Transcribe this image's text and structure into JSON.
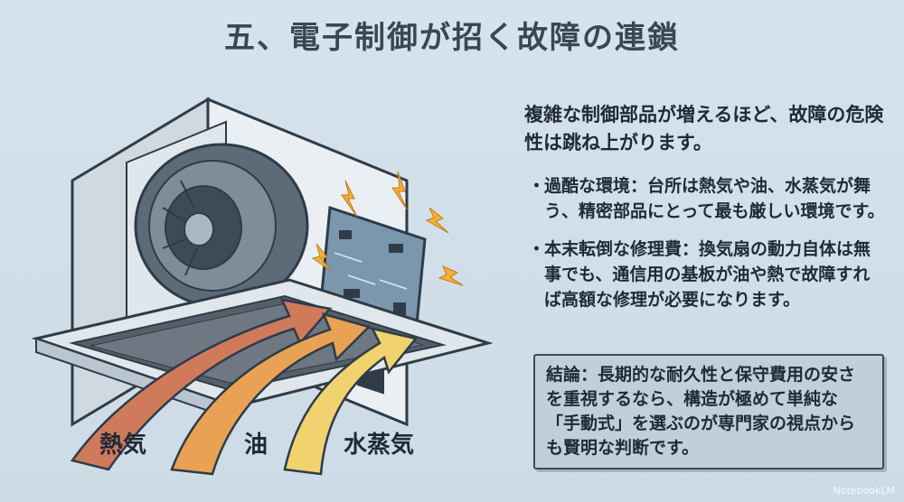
{
  "title": "五、電子制御が招く故障の連鎖",
  "diagram": {
    "flows": [
      {
        "label": "熱気",
        "color": "#d07a5c"
      },
      {
        "label": "油",
        "color": "#e9a253"
      },
      {
        "label": "水蒸気",
        "color": "#f0d26e"
      }
    ]
  },
  "text": {
    "intro": "複雑な制御部品が増えるほど、故障の危険性は跳ね上がります。",
    "bullets": [
      {
        "dot": "・",
        "text": "過酷な環境：台所は熱気や油、水蒸気が舞う、精密部品にとって最も厳しい環境です。"
      },
      {
        "dot": "・",
        "text": "本末転倒な修理費：換気扇の動力自体は無事でも、通信用の基板が油や熱で故障すれば高額な修理が必要になります。"
      }
    ],
    "conclusion": "結論：長期的な耐久性と保守費用の安さを重視するなら、構造が極めて単純な「手動式」を選ぶのが専門家の視点からも賢明な判断です。"
  },
  "watermark": "NotebookLM",
  "colors": {
    "background": "#d6e3ec",
    "housing": "#e6edf2",
    "board": "#7b97ad",
    "spark": "#f2b233"
  }
}
